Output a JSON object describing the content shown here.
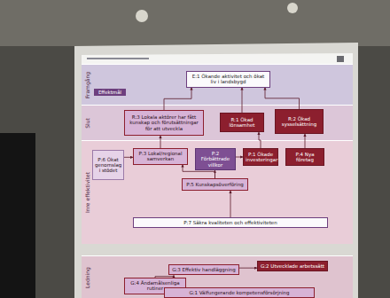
{
  "diagram": {
    "nodes": [
      {
        "text": [
          "Framgång"
        ]
      },
      {
        "text": [
          "E:1 Ökande aktivitet och ökat liv i landsbygd"
        ],
        "in": 0
      },
      {
        "text": [
          "Slut"
        ]
      },
      {
        "text": [
          "R:3 Lokala aktörer har fått kunskap och förutsättningar för att utveckla"
        ],
        "in": 2
      },
      {
        "text": [
          "R:1 Ökad lönsamhet"
        ],
        "in": 2
      },
      {
        "text": [
          "R:2 Ökad sysselsättning"
        ],
        "in": 2
      },
      {
        "text": [
          "Inre effektivitet"
        ]
      },
      {
        "text": [
          "P:6 Ökat genomslag i stödet"
        ],
        "in": 6
      },
      {
        "text": [
          "P:3 Lokal/regional samverkan"
        ],
        "in": 6
      },
      {
        "text": [
          "P:2 Förbättrade villkor"
        ],
        "in": 6
      },
      {
        "text": [
          "P:1 Ökade investeringar"
        ],
        "in": 6
      },
      {
        "text": [
          "P:4 Nya företag"
        ],
        "in": 6
      },
      {
        "text": [
          "P:5 Kunskapsöverföring"
        ],
        "in": 6
      },
      {
        "text": [
          "P:7 Säkra kvaliteten och effektiviteten"
        ],
        "in": 6
      },
      {
        "text": [
          "Ledning"
        ]
      },
      {
        "text": [
          "G:3 Effektiv handläggning"
        ],
        "in": 14
      },
      {
        "text": [
          "G:2 Utvecklade arbetssätt"
        ],
        "in": 14
      },
      {
        "text": [
          "G:4 Ändamålsenliga rutiner"
        ],
        "in": 14
      },
      {
        "text": [
          "G:1 Välfungerande kompetensförsörjning"
        ],
        "in": 14
      }
    ],
    "edges": [
      {
        "from": 3,
        "to": 1,
        "arrow": "to"
      },
      {
        "from": 4,
        "to": 1,
        "arrow": "to"
      },
      {
        "from": 5,
        "to": 1,
        "arrow": "to"
      },
      {
        "from": 8,
        "to": 3,
        "arrow": "to"
      },
      {
        "from": 10,
        "to": 4,
        "arrow": "to"
      },
      {
        "from": 11,
        "to": 5,
        "arrow": "to"
      },
      {
        "from": 9,
        "to": 10,
        "arrow": "to"
      },
      {
        "from": 7,
        "to": 8,
        "arrow": "to"
      },
      {
        "from": 12,
        "to": 9,
        "arrow": "to"
      },
      {
        "from": 12,
        "to": 8,
        "arrow": "to"
      },
      {
        "from": 13,
        "to": 12,
        "arrow": "to"
      },
      {
        "from": 17,
        "to": 15,
        "arrow": "to"
      },
      {
        "from": 15,
        "to": 16,
        "arrow": "to"
      }
    ],
    "labels": [
      "Effektmål"
    ]
  }
}
